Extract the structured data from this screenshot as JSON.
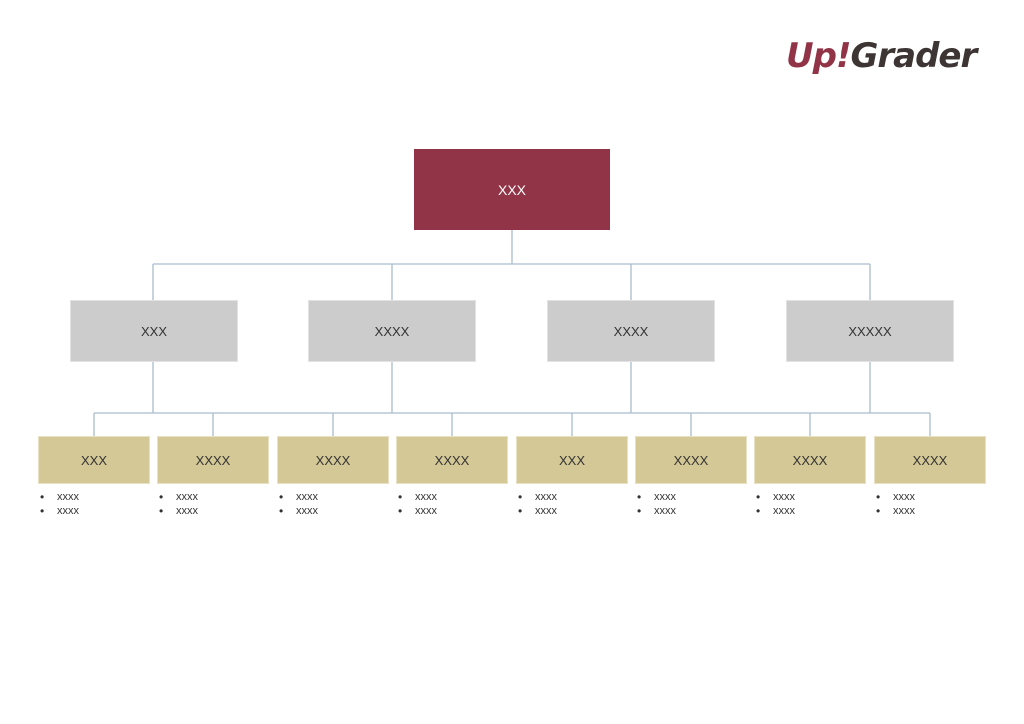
{
  "logo": {
    "part1": "Up",
    "part2": "!",
    "part3": "Grader"
  },
  "root": {
    "label": "XXX"
  },
  "level2": [
    {
      "label": "XXX"
    },
    {
      "label": "XXXX"
    },
    {
      "label": "XXXX"
    },
    {
      "label": "XXXXX"
    }
  ],
  "level3": [
    {
      "label": "XXX",
      "items": [
        "xxxx",
        "xxxx"
      ]
    },
    {
      "label": "XXXX",
      "items": [
        "xxxx",
        "xxxx"
      ]
    },
    {
      "label": "XXXX",
      "items": [
        "xxxx",
        "xxxx"
      ]
    },
    {
      "label": "XXXX",
      "items": [
        "xxxx",
        "xxxx"
      ]
    },
    {
      "label": "XXX",
      "items": [
        "xxxx",
        "xxxx"
      ]
    },
    {
      "label": "XXXX",
      "items": [
        "xxxx",
        "xxxx"
      ]
    },
    {
      "label": "XXXX",
      "items": [
        "xxxx",
        "xxxx"
      ]
    },
    {
      "label": "XXXX",
      "items": [
        "xxxx",
        "xxxx"
      ]
    }
  ],
  "colors": {
    "root": "#923447",
    "level2": "#cccccc",
    "level3": "#d4c896",
    "connector": "#a9bccd"
  }
}
